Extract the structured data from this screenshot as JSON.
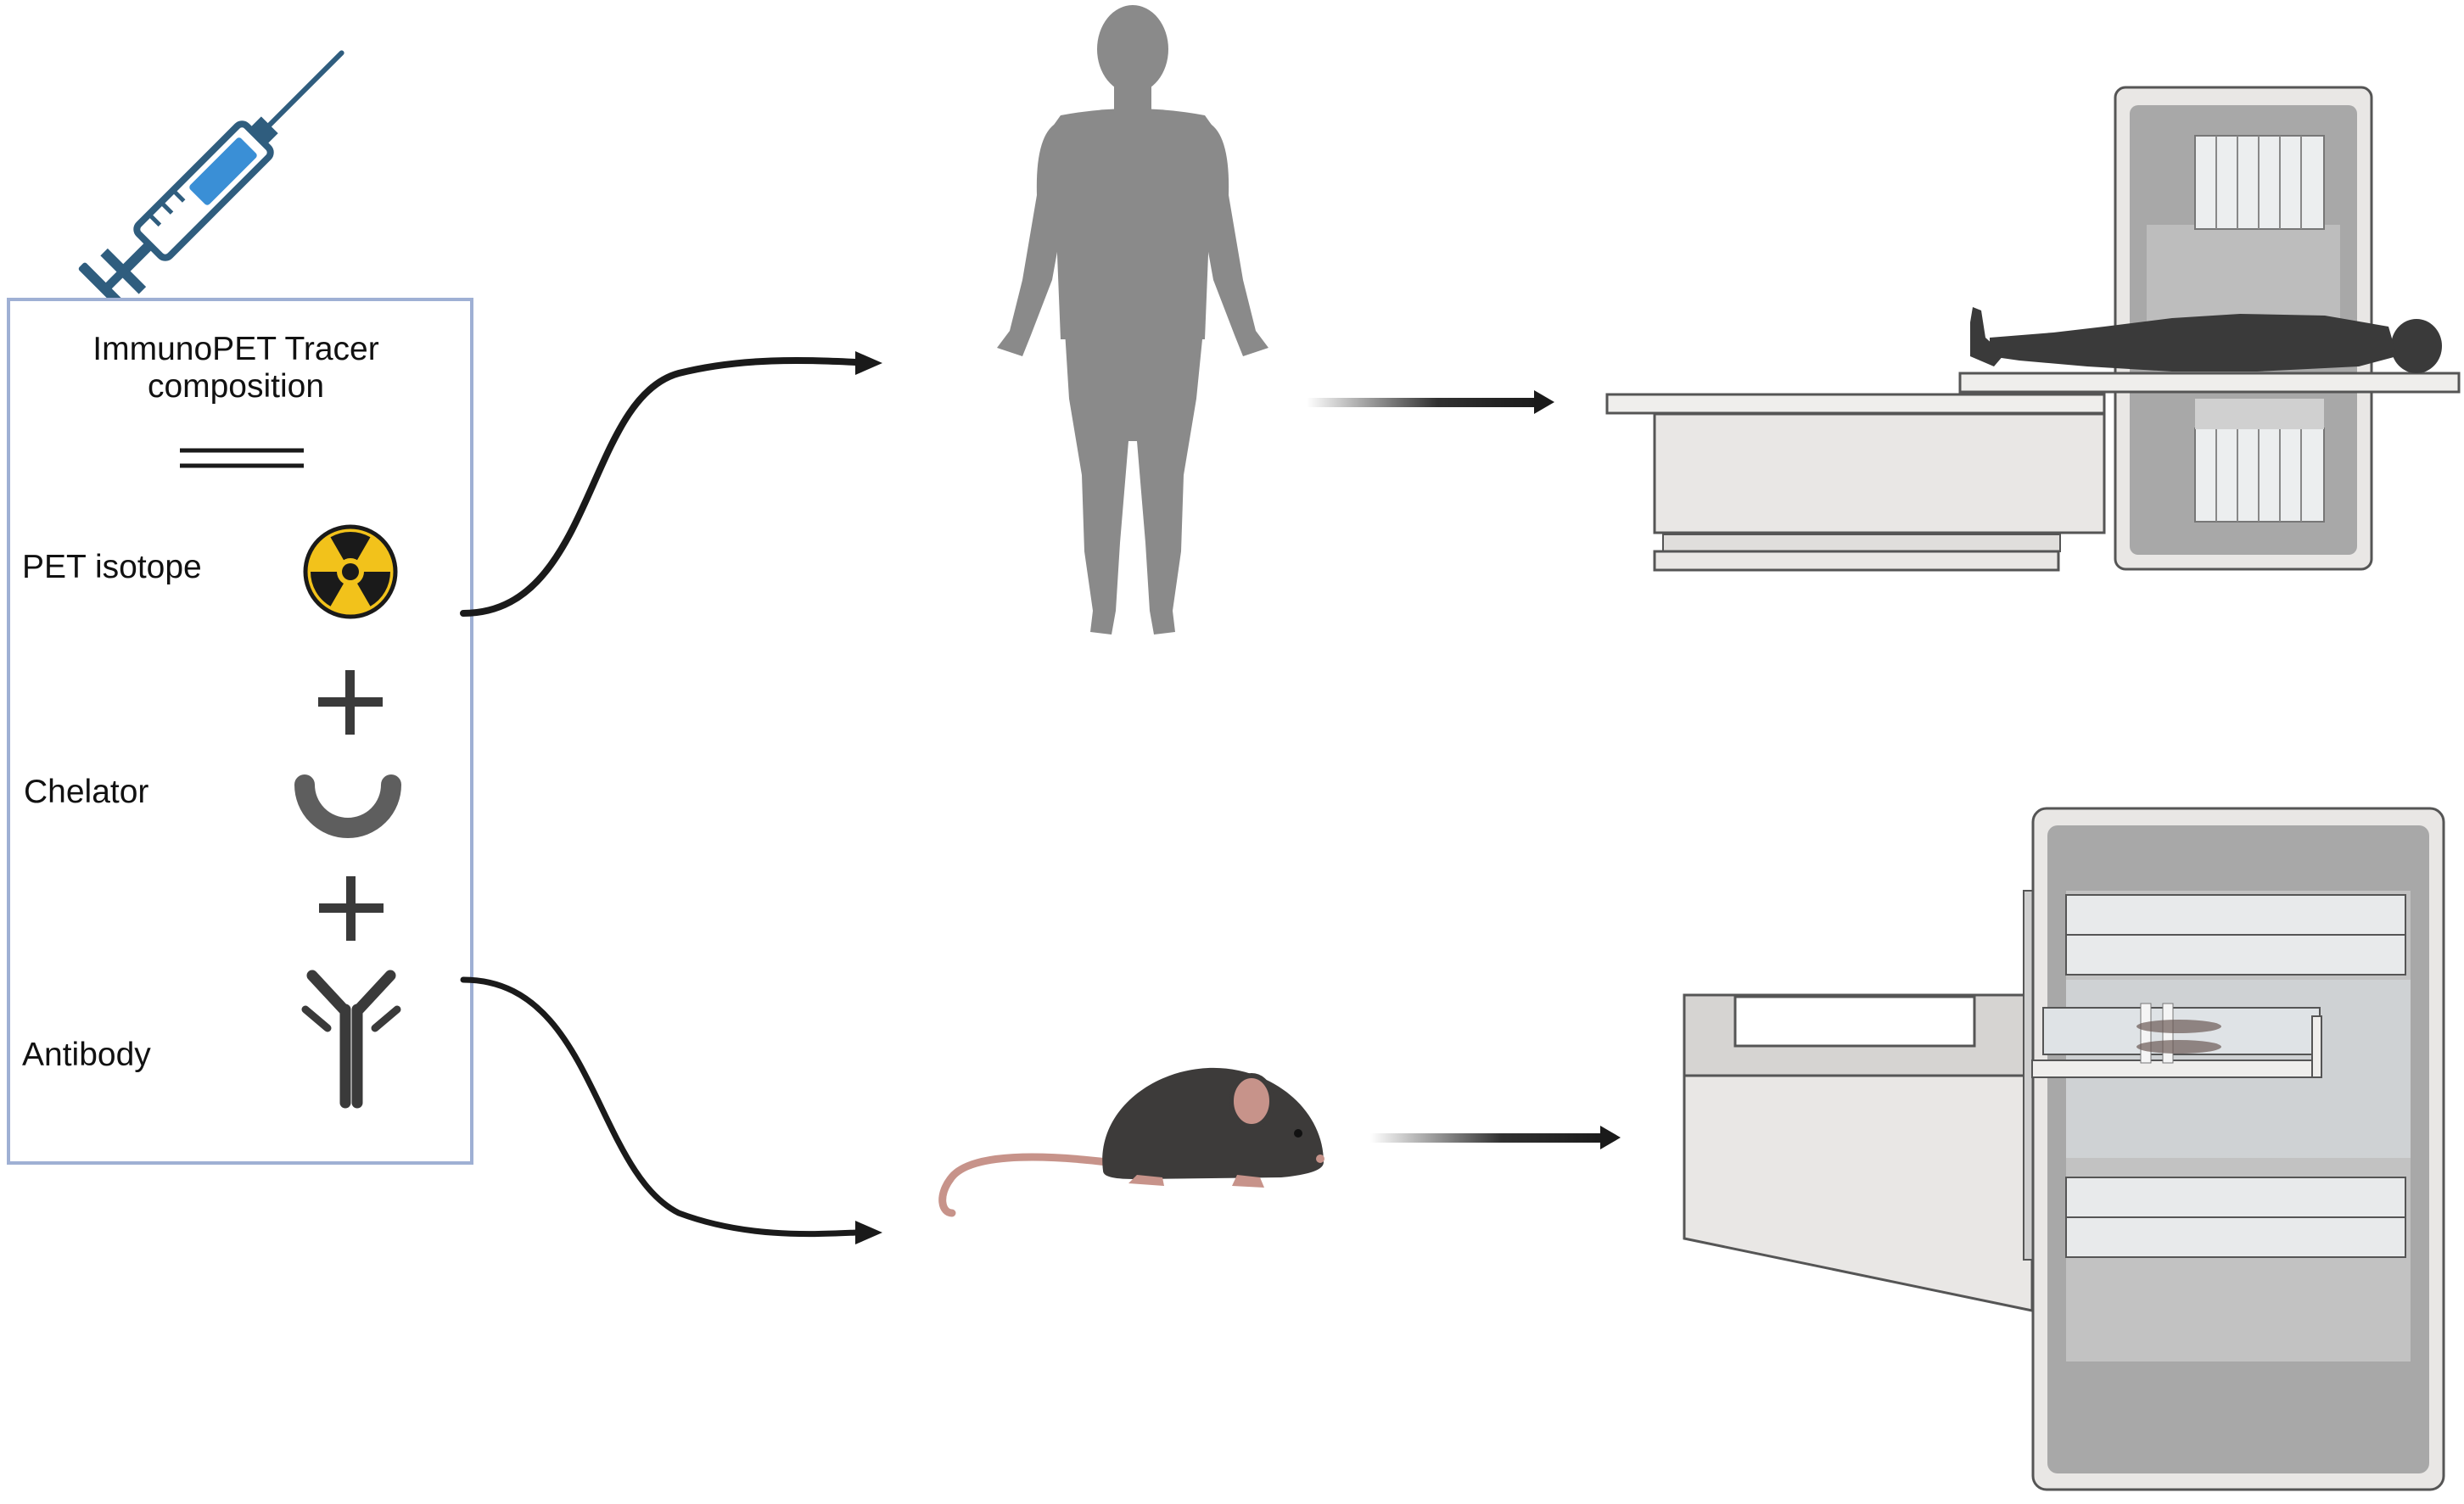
{
  "composition": {
    "title": "ImmunoPET Tracer composition",
    "items": [
      {
        "label": "PET isotope",
        "icon": "radiation-icon"
      },
      {
        "label": "Chelator",
        "icon": "chelator-icon"
      },
      {
        "label": "Antibody",
        "icon": "antibody-icon"
      }
    ]
  },
  "icons": {
    "syringe": "syringe-icon",
    "human": "human-body-icon",
    "mouse": "mouse-icon",
    "clinical_scanner": "clinical-pet-scanner",
    "small_animal_scanner": "small-animal-pet-scanner"
  },
  "colors": {
    "box_border": "#9fb0d4",
    "syringe": "#2f5d7e",
    "syringe_fluid": "#3a8fd6",
    "radiation_yellow": "#f2c21b",
    "human": "#8a8a8a",
    "patient": "#3a3a3a",
    "mouse": "#3d3b3a",
    "arrow": "#1a1a1a"
  }
}
